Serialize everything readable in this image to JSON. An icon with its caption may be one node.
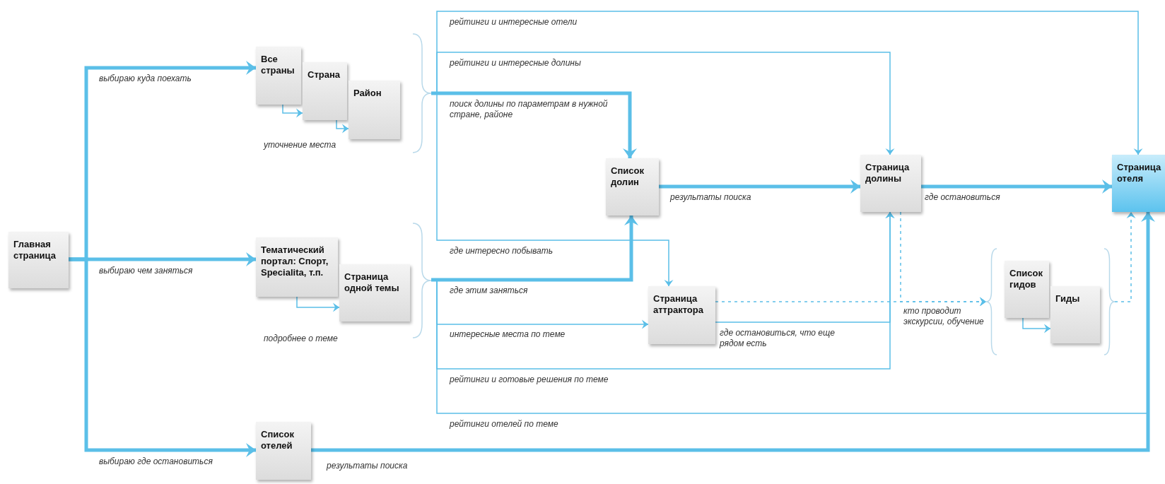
{
  "diagram": {
    "nodes": [
      {
        "text": [
          "Главная страница"
        ]
      },
      {
        "text": [
          "Все страны"
        ]
      },
      {
        "text": [
          "Страна"
        ]
      },
      {
        "text": [
          "Район"
        ]
      },
      {
        "text": [
          "Тематический портал: Спорт, Specialita, т.п."
        ]
      },
      {
        "text": [
          "Страница одной темы"
        ]
      },
      {
        "text": [
          "Список отелей"
        ]
      },
      {
        "text": [],
        "shape": "brace"
      },
      {
        "text": [],
        "shape": "brace"
      },
      {
        "text": [
          "Список долин"
        ]
      },
      {
        "text": [
          "Страница долины"
        ]
      },
      {
        "text": [
          "Страница отеля"
        ]
      },
      {
        "text": [
          "Страница аттрактора"
        ]
      },
      {
        "text": [],
        "shape": "brace"
      },
      {
        "text": [
          "Список гидов"
        ]
      },
      {
        "text": [
          "Гиды"
        ]
      },
      {
        "text": [],
        "shape": "brace"
      }
    ],
    "edges": [
      {
        "from": 0,
        "to": 1,
        "arrow": "to",
        "label": "выбираю куда поехать",
        "style": "thick"
      },
      {
        "from": 0,
        "to": 4,
        "arrow": "to",
        "label": "выбираю чем заняться",
        "style": "thick"
      },
      {
        "from": 0,
        "to": 6,
        "arrow": "to",
        "label": "выбираю где остановиться",
        "style": "thick"
      },
      {
        "from": 1,
        "to": 2,
        "arrow": "to"
      },
      {
        "from": 2,
        "to": 3,
        "arrow": "to"
      },
      {
        "from": 4,
        "to": 5,
        "arrow": "to"
      },
      {
        "from": 7,
        "to": 11,
        "arrow": "to",
        "label": "рейтинги и интересные отели"
      },
      {
        "from": 7,
        "to": 10,
        "arrow": "to",
        "label": "рейтинги и интересные долины"
      },
      {
        "from": 7,
        "to": 9,
        "arrow": "to",
        "label": "поиск долины по параметрам в нужной стране, районе",
        "style": "thick"
      },
      {
        "from": 7,
        "to": 12,
        "arrow": "to",
        "label": "где интересно побывать"
      },
      {
        "from": 8,
        "to": 9,
        "arrow": "to",
        "label": "где этим заняться",
        "style": "thick"
      },
      {
        "from": 8,
        "to": 12,
        "arrow": "to",
        "label": "интересные места по теме"
      },
      {
        "from": 8,
        "to": 10,
        "arrow": "to",
        "label": "рейтинги и готовые решения по теме"
      },
      {
        "from": 8,
        "to": 11,
        "arrow": "to",
        "label": "рейтинги отелей по теме"
      },
      {
        "from": 9,
        "to": 10,
        "arrow": "to",
        "label": "результаты поиска",
        "style": "thick"
      },
      {
        "from": 10,
        "to": 11,
        "arrow": "to",
        "label": "где остановиться",
        "style": "thick"
      },
      {
        "from": 6,
        "to": 11,
        "arrow": "to",
        "label": "результаты поиска",
        "style": "thick"
      },
      {
        "from": 12,
        "to": 10,
        "arrow": "to",
        "label": "где остановиться, что еще рядом есть"
      },
      {
        "from": 12,
        "to": 13,
        "arrow": "to",
        "label": "кто проводит экскурсии, обучение",
        "style": "dashed"
      },
      {
        "from": 10,
        "to": 13,
        "arrow": "to",
        "style": "dashed"
      },
      {
        "from": 14,
        "to": 15,
        "arrow": "to"
      },
      {
        "from": 16,
        "to": 11,
        "arrow": "to",
        "style": "dashed"
      }
    ],
    "labels": [
      "уточнение места",
      "подробнее о теме"
    ]
  }
}
